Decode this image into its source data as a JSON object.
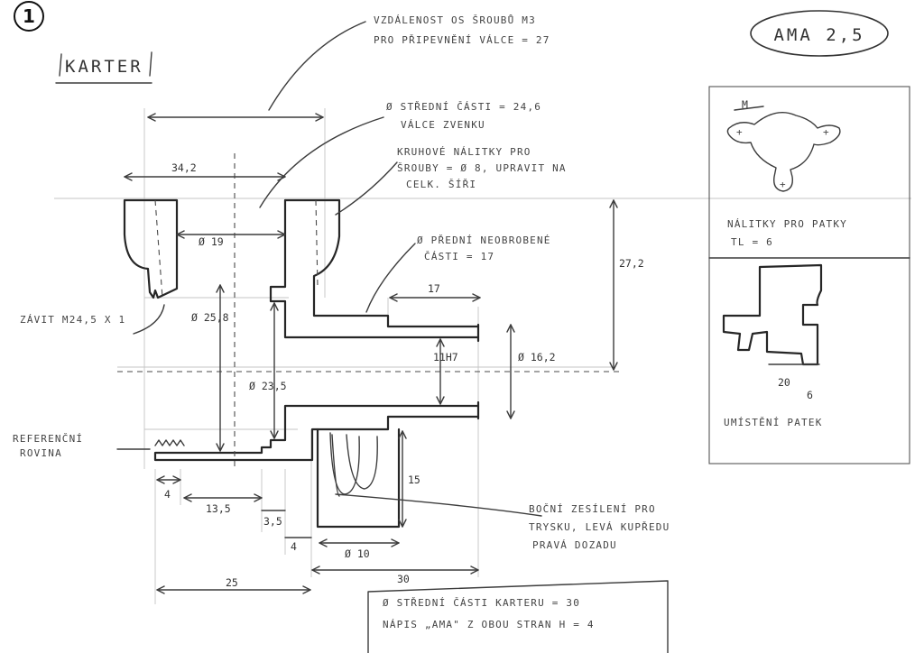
{
  "sheet": {
    "page_number": "1",
    "title": "KARTER",
    "model": "AMA 2,5"
  },
  "notes": {
    "bolt_spacing_1": "VZDÁLENOST OS ŠROUBŮ M3",
    "bolt_spacing_2": "PRO PŘIPEVNĚNÍ VÁLCE = 27",
    "center_part_1": "Ø STŘEDNÍ ČÁSTI = 24,6",
    "center_part_2": "VÁLCE ZVENKU",
    "bosses_1": "KRUHOVÉ NÁLITKY PRO",
    "bosses_2": "ŠROUBY = Ø 8, UPRAVIT NA",
    "bosses_3": "CELK. ŠÍŘI",
    "front_unturned_1": "Ø PŘEDNÍ NEOBROBENÉ",
    "front_unturned_2": "ČÁSTI = 17",
    "thread": "ZÁVIT M24,5 X 1",
    "reference_1": "REFERENČNÍ",
    "reference_2": "ROVINA",
    "side_reinforcement_1": "BOČNÍ ZESÍLENÍ PRO",
    "side_reinforcement_2": "TRYSKU, LEVÁ KUPŘEDU",
    "side_reinforcement_3": "PRAVÁ DOZADU",
    "box_line_1": "Ø STŘEDNÍ ČÁSTI KARTERU = 30",
    "box_line_2": "NÁPIS „AMA\" Z OBOU STRAN H = 4"
  },
  "dimensions": {
    "d34_2": "34,2",
    "d_dia19": "Ø 19",
    "d_dia25_8": "Ø 25,8",
    "d_dia23_5": "Ø 23,5",
    "d17": "17",
    "d27_2": "27,2",
    "d_11h7": "11H7",
    "d_dia16_2": "Ø 16,2",
    "d15": "15",
    "d4a": "4",
    "d13_5": "13,5",
    "d3_5": "3,5",
    "d4b": "4",
    "d_dia10": "Ø 10",
    "d25": "25",
    "d30": "30"
  },
  "side_panel": {
    "m_label": "M",
    "bosses_1": "NÁLITKY PRO PATKY",
    "bosses_2": "TL = 6",
    "d20": "20",
    "d6": "6",
    "feet": "UMÍSTĚNÍ PATEK"
  }
}
